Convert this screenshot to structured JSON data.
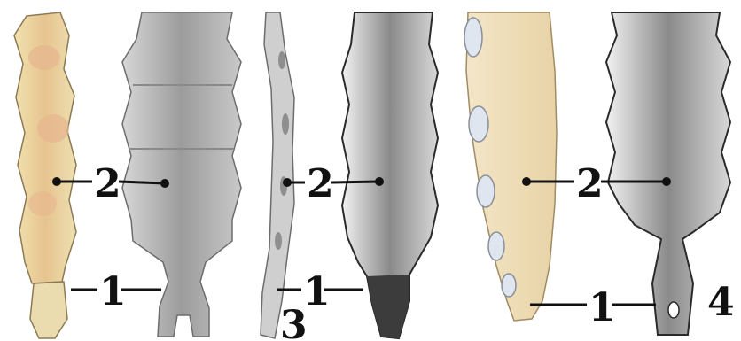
{
  "labels": {
    "part_1": "1",
    "part_2": "2",
    "panel_3": "3",
    "panel_4": "4"
  },
  "colors": {
    "bone_colored": "#e9d8a8",
    "bone_colored_pink": "#e7b58f",
    "bone_beige": "#efdcb6",
    "bone_grey": "#a6a6a6",
    "bone_dark": "#5a5a5a",
    "cartilage_facet": "#dfe6f0"
  }
}
